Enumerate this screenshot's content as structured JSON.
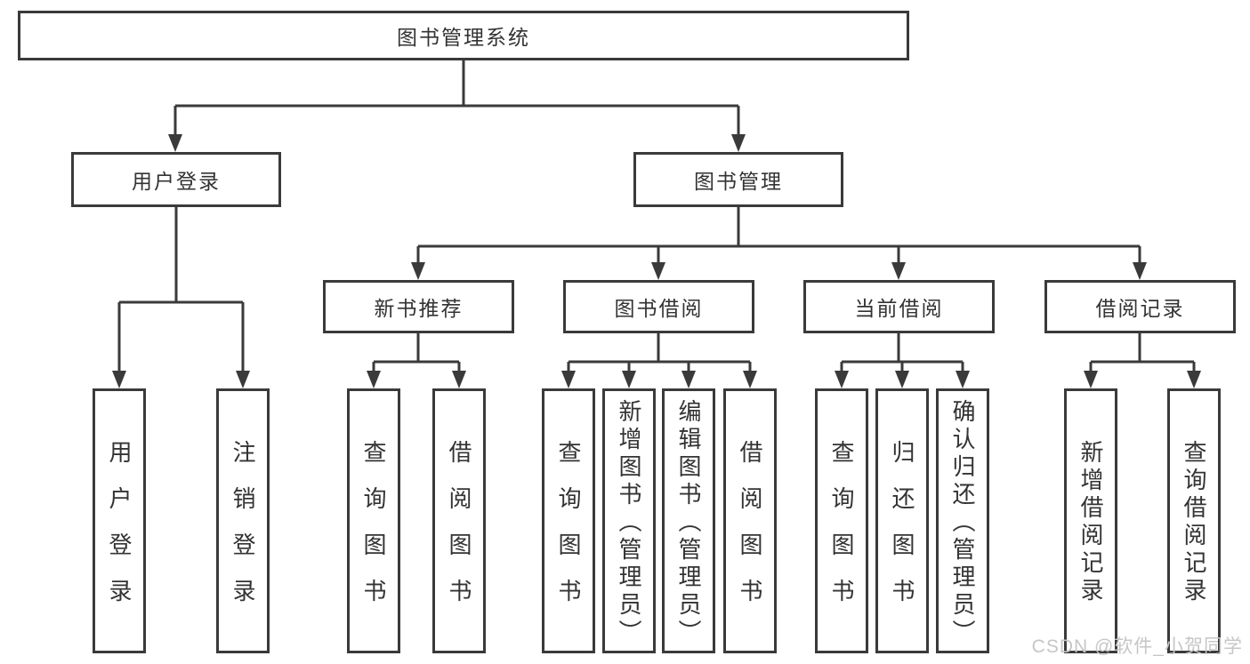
{
  "diagram": {
    "type": "hierarchy-tree",
    "nodes": {
      "root": {
        "label": "图书管理系统"
      },
      "level2": [
        {
          "label": "用户登录"
        },
        {
          "label": "图书管理"
        }
      ],
      "level3": [
        {
          "label": "新书推荐"
        },
        {
          "label": "图书借阅"
        },
        {
          "label": "当前借阅"
        },
        {
          "label": "借阅记录"
        }
      ],
      "leaves_user_login": [
        {
          "label": "用户登录"
        },
        {
          "label": "注销登录"
        }
      ],
      "leaves_new_book": [
        {
          "label": "查询图书"
        },
        {
          "label": "借阅图书"
        }
      ],
      "leaves_book_borrow": [
        {
          "label": "查询图书"
        },
        {
          "label": "新增图书（管理员）"
        },
        {
          "label": "编辑图书（管理员）"
        },
        {
          "label": "借阅图书"
        }
      ],
      "leaves_current_borrow": [
        {
          "label": "查询图书"
        },
        {
          "label": "归还图书"
        },
        {
          "label": "确认归还（管理员）"
        }
      ],
      "leaves_borrow_record": [
        {
          "label": "新增借阅记录"
        },
        {
          "label": "查询借阅记录"
        }
      ]
    }
  },
  "watermark": {
    "text": "CSDN @软件_小贺同学"
  },
  "colors": {
    "line": "#3a3a3a",
    "box_border": "#3a3a3a",
    "box_background": "#ffffff",
    "text": "#333333",
    "watermark": "#c6c6c6",
    "page_background": "#ffffff"
  }
}
